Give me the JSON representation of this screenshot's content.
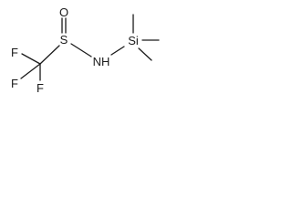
{
  "molecule": {
    "atoms": {
      "sulfur": "S",
      "oxygen": "O",
      "nitrogen_hydrogen": "NH",
      "silicon": "Si",
      "fluorine_top": "F",
      "fluorine_left": "F",
      "fluorine_bottom": "F"
    },
    "colors": {
      "ink": "#1a1a1a",
      "background": "#ffffff"
    }
  }
}
